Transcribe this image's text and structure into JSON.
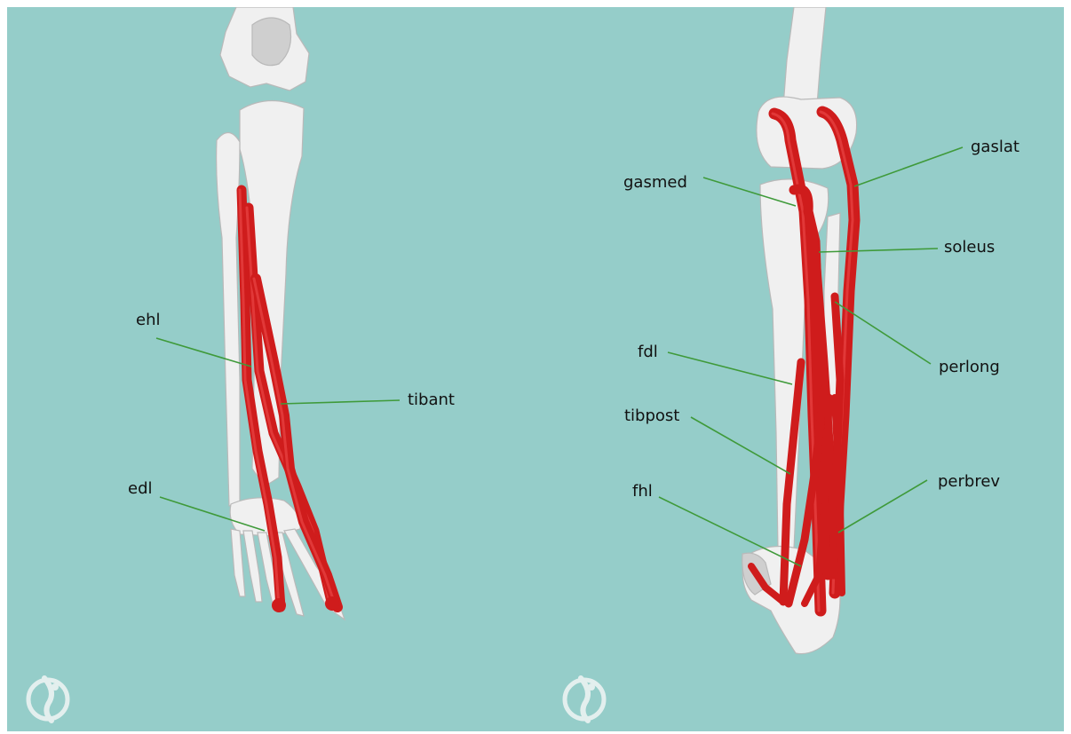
{
  "colors": {
    "background": "#95cdc9",
    "bone": "#f0f0f0",
    "bone_shade": "#cfcfcf",
    "muscle": "#cf1c1c",
    "muscle_dark": "#a31212",
    "leader": "#3f9a3a",
    "label_text": "#111111",
    "logo": "#e3efee"
  },
  "icons": {
    "logo": "opensim-logo-icon"
  },
  "left_view": {
    "labels": {
      "ehl": "ehl",
      "tibant": "tibant",
      "edl": "edl"
    }
  },
  "right_view": {
    "labels": {
      "gasmed": "gasmed",
      "gaslat": "gaslat",
      "soleus": "soleus",
      "fdl": "fdl",
      "perlong": "perlong",
      "tibpost": "tibpost",
      "fhl": "fhl",
      "perbrev": "perbrev"
    }
  }
}
